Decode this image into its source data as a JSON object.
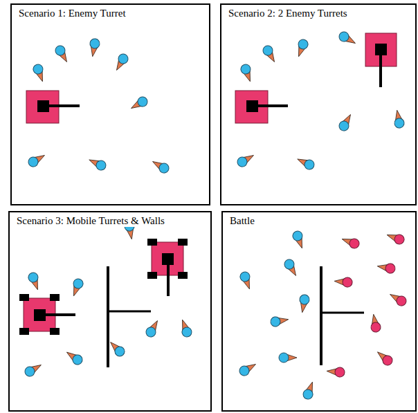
{
  "diagram": {
    "nodes": [
      {
        "text": [
          "Scenario 1: Enemy Turret"
        ]
      },
      {
        "text": [
          "Scenario 2: 2 Enemy Turrets"
        ]
      },
      {
        "text": [
          "Scenario 3: Mobile Turrets & Walls"
        ]
      },
      {
        "text": [
          "Battle"
        ]
      }
    ]
  }
}
